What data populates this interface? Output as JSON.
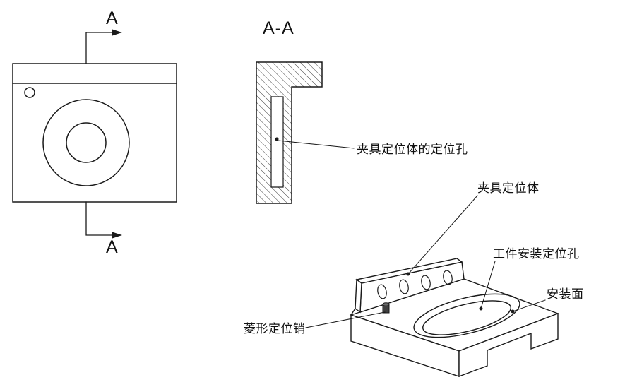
{
  "drawing": {
    "background_color": "#ffffff",
    "line_color": "#1a1a1a"
  },
  "front_view": {
    "section_letter_top": "A",
    "section_letter_bottom": "A"
  },
  "section_view": {
    "title": "A-A"
  },
  "labels": {
    "fixture_hole": "夹具定位体的定位孔",
    "fixture_body": "夹具定位体",
    "workpiece_hole": "工件安装定位孔",
    "mounting_surface": "安装面",
    "diamond_pin": "菱形定位销"
  }
}
